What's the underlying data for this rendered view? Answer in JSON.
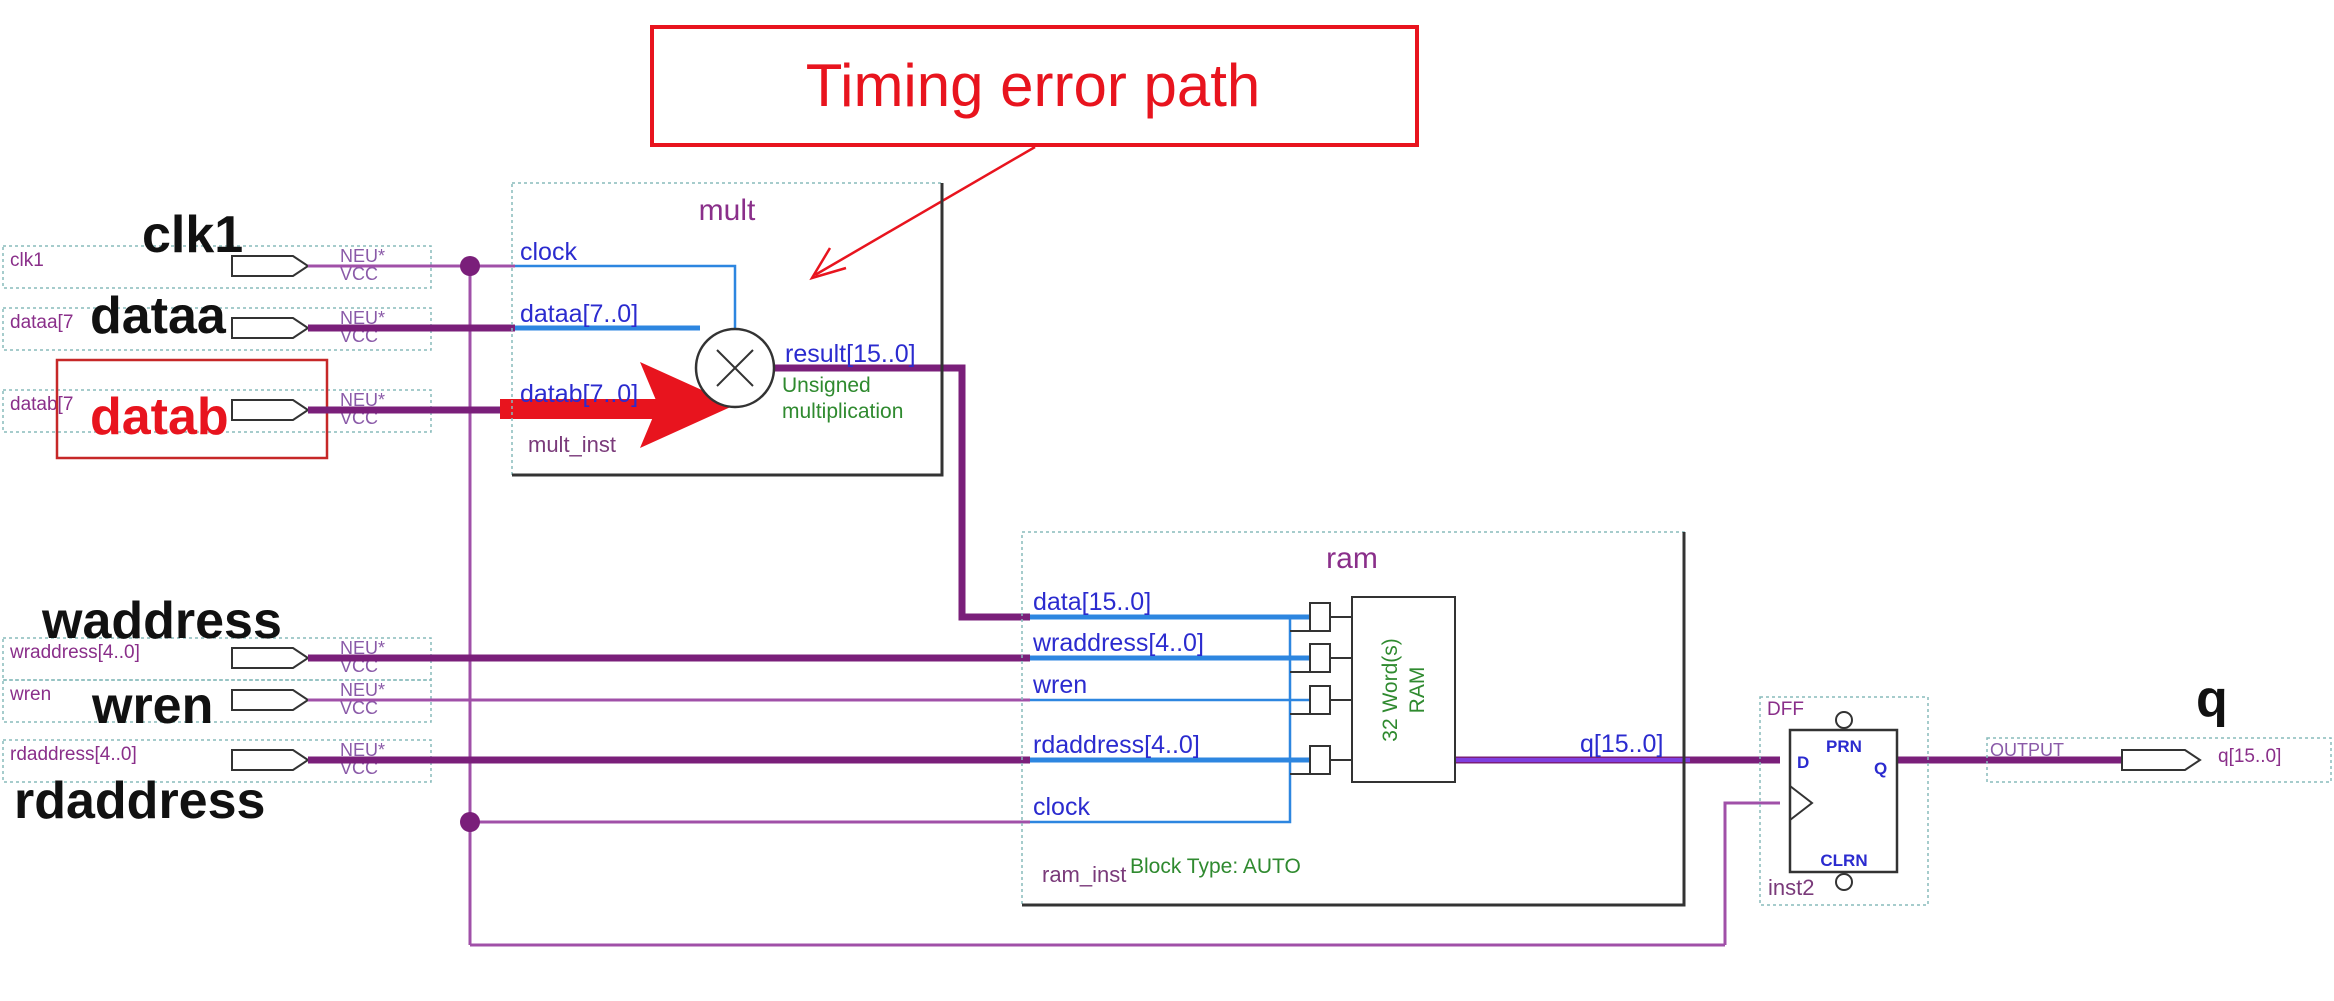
{
  "callout": {
    "text": "Timing error path"
  },
  "inputs": [
    {
      "pin": "clk1",
      "label": "clk1",
      "vcc": [
        "NEU*",
        "VCC"
      ]
    },
    {
      "pin": "dataa[7",
      "label": "dataa",
      "vcc": [
        "NEU*",
        "VCC"
      ]
    },
    {
      "pin": "datab[7",
      "label": "datab",
      "vcc": [
        "NEU*",
        "VCC"
      ]
    },
    {
      "pin": "wraddress[4..0]",
      "label": "waddress",
      "vcc": [
        "NEU*",
        "VCC"
      ]
    },
    {
      "pin": "wren",
      "label": "wren",
      "vcc": [
        "NEU*",
        "VCC"
      ]
    },
    {
      "pin": "rdaddress[4..0]",
      "label": "rdaddress",
      "vcc": [
        "NEU*",
        "VCC"
      ]
    }
  ],
  "mult": {
    "title": "mult",
    "ports": [
      "clock",
      "dataa[7..0]",
      "datab[7..0]"
    ],
    "output": "result[15..0]",
    "desc": [
      "Unsigned",
      "multiplication"
    ],
    "inst": "mult_inst"
  },
  "ram": {
    "title": "ram",
    "ports": [
      "data[15..0]",
      "wraddress[4..0]",
      "wren",
      "rdaddress[4..0]",
      "clock"
    ],
    "core": [
      "32 Word(s)",
      "RAM"
    ],
    "output": "q[15..0]",
    "inst": "ram_inst",
    "block_type": "Block Type: AUTO"
  },
  "dff": {
    "type": "DFF",
    "prn": "PRN",
    "clrn": "CLRN",
    "d": "D",
    "q": "Q",
    "inst": "inst2"
  },
  "output": {
    "label": "q",
    "type": "OUTPUT",
    "pin": "q[15..0]"
  },
  "colors": {
    "bus": "#7a1f7a",
    "wire": "#a050a8",
    "port_wire": "#2d86e0",
    "callout": "#e8141e",
    "block_border": "#333333"
  }
}
